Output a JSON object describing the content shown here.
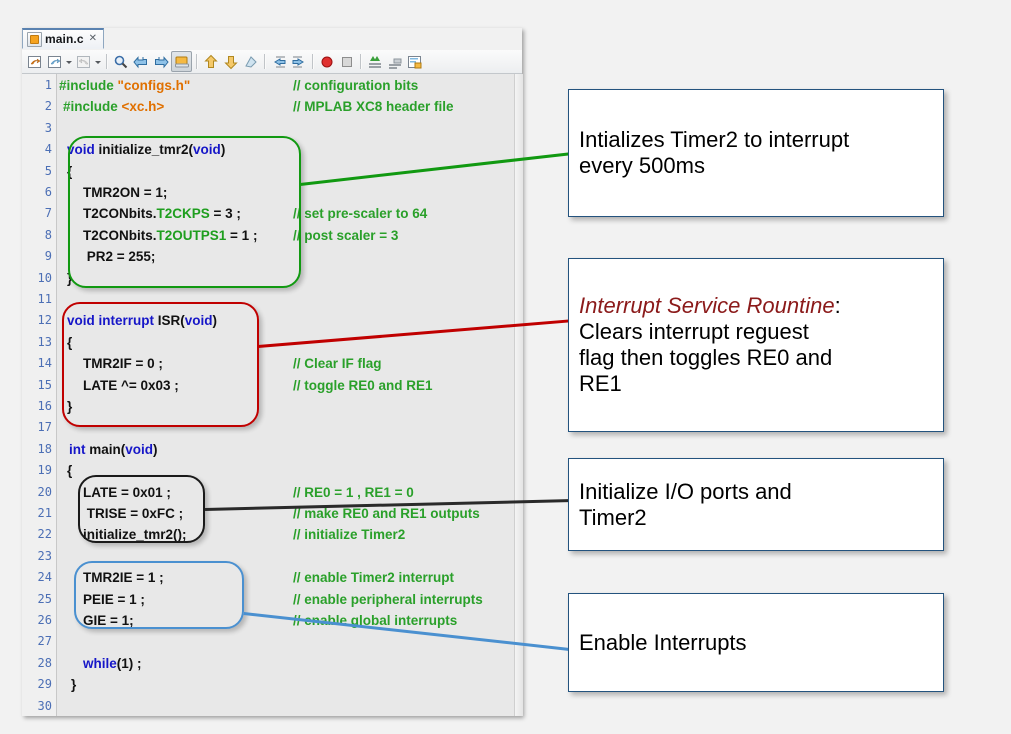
{
  "editor": {
    "tab": {
      "label": "main.c",
      "close_glyph": "✕",
      "icon": "c-file-icon"
    },
    "toolbar": {
      "buttons": [
        "last-edit-position-icon",
        "back-navigation-icon",
        "forward-navigation-icon",
        "find-selection-icon",
        "find-previous-icon",
        "find-next-icon",
        "toggle-highlight-icon",
        "previous-bookmark-icon",
        "next-bookmark-icon",
        "toggle-bookmark-icon",
        "shift-left-icon",
        "shift-right-icon",
        "toggle-breakpoint-icon",
        "stop-icon",
        "comment-lines-icon",
        "uncomment-lines-icon",
        "format-icon"
      ]
    },
    "line_numbers": [
      1,
      2,
      3,
      4,
      5,
      6,
      7,
      8,
      9,
      10,
      11,
      12,
      13,
      14,
      15,
      16,
      17,
      18,
      19,
      20,
      21,
      22,
      23,
      24,
      25,
      26,
      27,
      28,
      29,
      30
    ],
    "code_lines": [
      {
        "n": 1,
        "segments": [
          {
            "t": "#include ",
            "c": "cmt-green-bold"
          },
          {
            "t": "\"configs.h\"",
            "c": "str"
          }
        ],
        "comment": "// configuration bits"
      },
      {
        "n": 2,
        "segments": [
          {
            "t": "#include ",
            "c": "cmt-green-bold"
          },
          {
            "t": "<xc.h>",
            "c": "str"
          }
        ],
        "comment": "// MPLAB XC8 header file"
      },
      {
        "n": 3,
        "segments": [],
        "comment": ""
      },
      {
        "n": 4,
        "segments": [
          {
            "t": "void ",
            "c": "kw"
          },
          {
            "t": "initialize_tmr2(",
            "c": "pln"
          },
          {
            "t": "void",
            "c": "kw"
          },
          {
            "t": ")",
            "c": "pln"
          }
        ],
        "comment": ""
      },
      {
        "n": 5,
        "segments": [
          {
            "t": "{",
            "c": "pln"
          }
        ],
        "comment": ""
      },
      {
        "n": 6,
        "segments": [
          {
            "t": "TMR2ON = 1;",
            "c": "pln"
          }
        ],
        "comment": ""
      },
      {
        "n": 7,
        "segments": [
          {
            "t": "T2CONbits.",
            "c": "pln"
          },
          {
            "t": "T2CKPS",
            "c": "mem"
          },
          {
            "t": " = 3 ;",
            "c": "pln"
          }
        ],
        "comment": "// set pre-scaler to 64"
      },
      {
        "n": 8,
        "segments": [
          {
            "t": "T2CONbits.",
            "c": "pln"
          },
          {
            "t": "T2OUTPS1",
            "c": "mem"
          },
          {
            "t": " = 1 ;",
            "c": "pln"
          }
        ],
        "comment": "// post scaler = 3"
      },
      {
        "n": 9,
        "segments": [
          {
            "t": " PR2 = 255;",
            "c": "pln"
          }
        ],
        "comment": ""
      },
      {
        "n": 10,
        "segments": [
          {
            "t": "}",
            "c": "pln"
          }
        ],
        "comment": ""
      },
      {
        "n": 11,
        "segments": [],
        "comment": ""
      },
      {
        "n": 12,
        "segments": [
          {
            "t": "void interrupt ",
            "c": "kw"
          },
          {
            "t": "ISR(",
            "c": "pln"
          },
          {
            "t": "void",
            "c": "kw"
          },
          {
            "t": ")",
            "c": "pln"
          }
        ],
        "comment": ""
      },
      {
        "n": 13,
        "segments": [
          {
            "t": "{",
            "c": "pln"
          }
        ],
        "comment": ""
      },
      {
        "n": 14,
        "segments": [
          {
            "t": "TMR2IF = 0 ;",
            "c": "pln"
          }
        ],
        "comment": "// Clear IF flag"
      },
      {
        "n": 15,
        "segments": [
          {
            "t": "LATE ^= 0x03 ;",
            "c": "pln"
          }
        ],
        "comment": "// toggle RE0 and RE1"
      },
      {
        "n": 16,
        "segments": [
          {
            "t": "}",
            "c": "pln"
          }
        ],
        "comment": ""
      },
      {
        "n": 17,
        "segments": [],
        "comment": ""
      },
      {
        "n": 18,
        "segments": [
          {
            "t": "int ",
            "c": "kw"
          },
          {
            "t": "main(",
            "c": "pln"
          },
          {
            "t": "void",
            "c": "kw"
          },
          {
            "t": ")",
            "c": "pln"
          }
        ],
        "comment": ""
      },
      {
        "n": 19,
        "segments": [
          {
            "t": "{",
            "c": "pln"
          }
        ],
        "comment": ""
      },
      {
        "n": 20,
        "segments": [
          {
            "t": "LATE = 0x01 ;",
            "c": "pln"
          }
        ],
        "comment": "// RE0 = 1 , RE1 = 0"
      },
      {
        "n": 21,
        "segments": [
          {
            "t": " TRISE = 0xFC ;",
            "c": "pln"
          }
        ],
        "comment": "// make RE0 and RE1 outputs"
      },
      {
        "n": 22,
        "segments": [
          {
            "t": "initialize_tmr2();",
            "c": "pln"
          }
        ],
        "comment": "// initialize Timer2"
      },
      {
        "n": 23,
        "segments": [],
        "comment": ""
      },
      {
        "n": 24,
        "segments": [
          {
            "t": "TMR2IE = 1 ;",
            "c": "pln"
          }
        ],
        "comment": "// enable Timer2 interrupt"
      },
      {
        "n": 25,
        "segments": [
          {
            "t": "PEIE = 1 ;",
            "c": "pln"
          }
        ],
        "comment": "// enable peripheral interrupts"
      },
      {
        "n": 26,
        "segments": [
          {
            "t": "GIE = 1;",
            "c": "pln"
          }
        ],
        "comment": "// enable global interrupts"
      },
      {
        "n": 27,
        "segments": [],
        "comment": ""
      },
      {
        "n": 28,
        "segments": [
          {
            "t": "while",
            "c": "kw"
          },
          {
            "t": "(1) ;",
            "c": "pln"
          }
        ],
        "comment": ""
      },
      {
        "n": 29,
        "segments": [
          {
            "t": "}",
            "c": "pln"
          }
        ],
        "comment": ""
      },
      {
        "n": 30,
        "segments": [],
        "comment": ""
      }
    ]
  },
  "annotations": {
    "timer2": {
      "line1": "Intializes Timer2 to interrupt",
      "line2": "every 500ms",
      "color": "#119911"
    },
    "isr": {
      "title": "Interrupt Service Rountine",
      "colon": ":",
      "line1": "Clears interrupt reguest",
      "line2": "flag then toggles RE0 and",
      "line3": "RE1",
      "color": "#c00000",
      "title_color": "#8b1a1a"
    },
    "io": {
      "line1": "Initialize I/O ports and",
      "line2": "Timer2",
      "color": "#1a1a1a"
    },
    "interrupts": {
      "line1": "Enable Interrupts",
      "color": "#4a90d0"
    }
  },
  "colors": {
    "background": "#f2f2f2",
    "editor_bg": "#e8e8e8",
    "gutter_bg": "#f0f0f0",
    "line_number": "#4c6fb5",
    "keyword": "#1616c8",
    "string": "#e07000",
    "comment": "#2aa02a",
    "member": "#1e9e1e",
    "callout_border": "#24537e"
  }
}
